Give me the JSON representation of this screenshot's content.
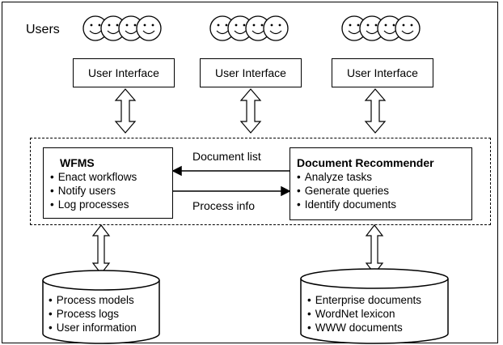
{
  "users_label": "Users",
  "user_interfaces": [
    "User Interface",
    "User Interface",
    "User Interface"
  ],
  "wfms": {
    "title": "WFMS",
    "items": [
      "Enact workflows",
      "Notify users",
      "Log processes"
    ]
  },
  "recommender": {
    "title": "Document Recommender",
    "items": [
      "Analyze tasks",
      "Generate queries",
      "Identify documents"
    ]
  },
  "flows": {
    "top": "Document list",
    "bottom": "Process info"
  },
  "left_db": [
    "Process models",
    "Process logs",
    "User information"
  ],
  "right_db": [
    "Enterprise documents",
    "WordNet lexicon",
    "WWW documents"
  ]
}
